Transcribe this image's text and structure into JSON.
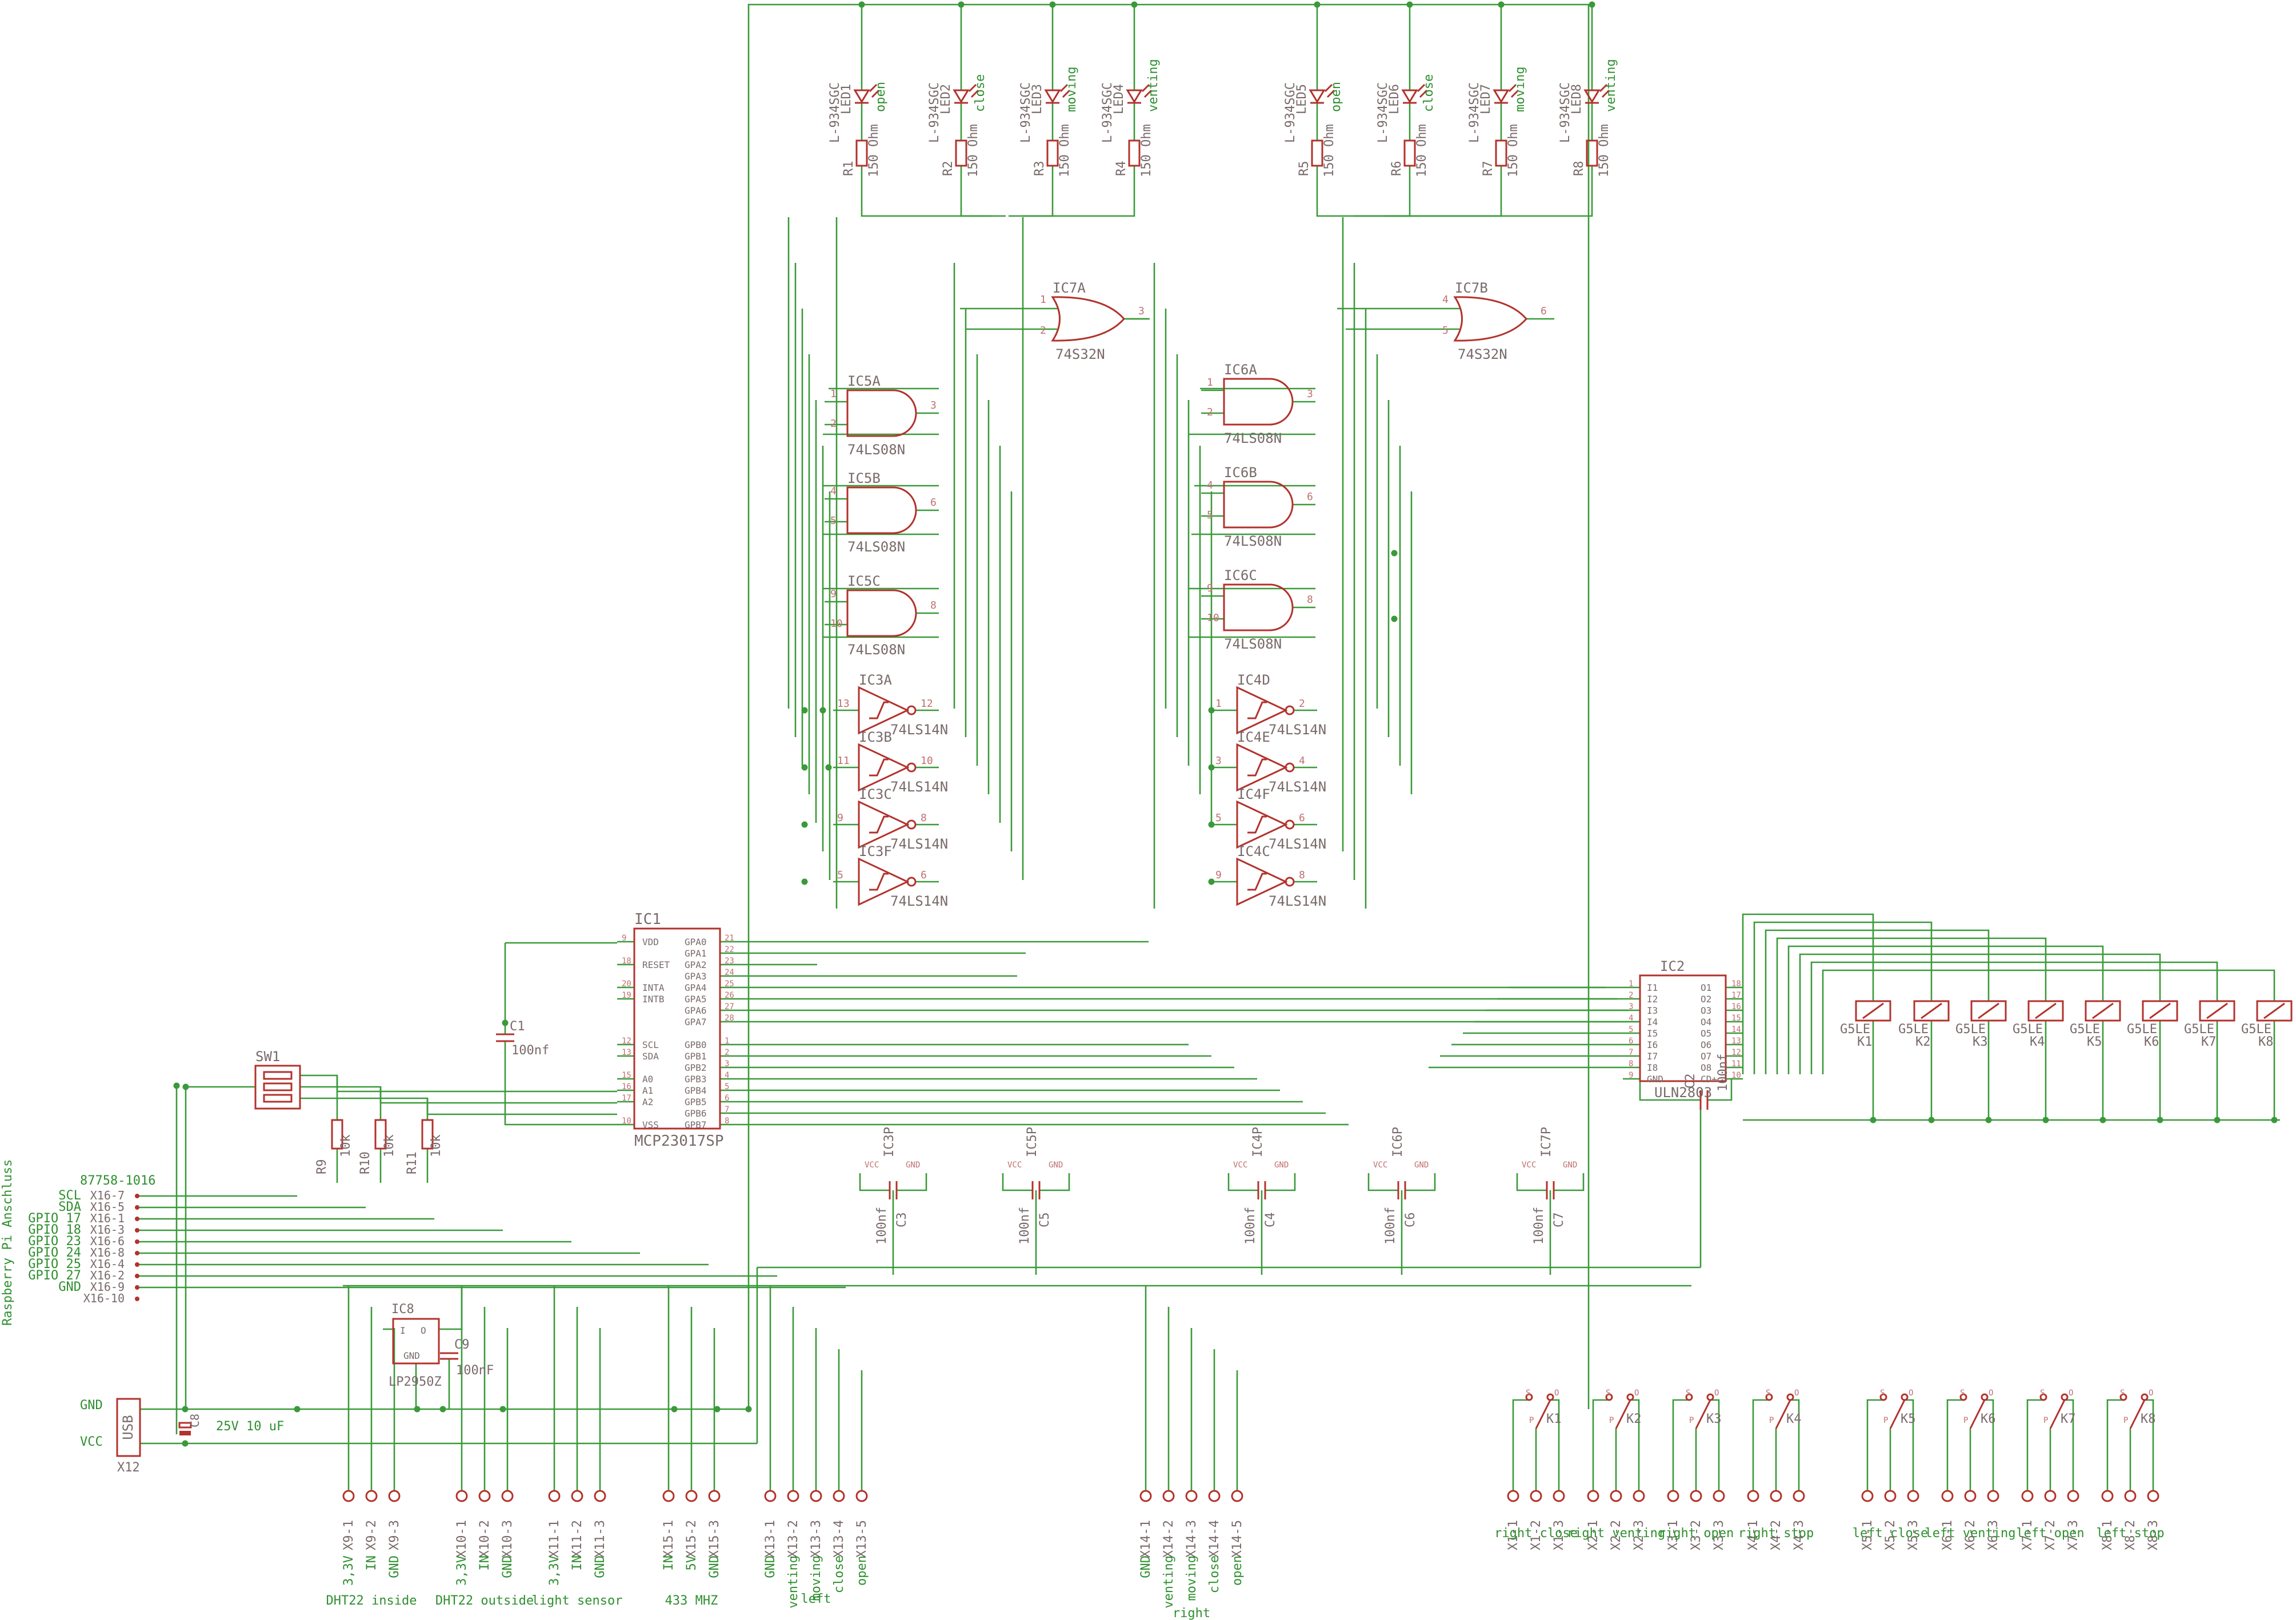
{
  "header": {
    "x16_part": "87758-1016",
    "rpi_label": "Raspberry Pi Anschluss"
  },
  "x16_signals": [
    "SCL",
    "SDA",
    "GPIO 17",
    "GPIO 18",
    "GPIO 23",
    "GPIO 24",
    "GPIO 25",
    "GPIO 27",
    "GND",
    ""
  ],
  "x16_pins": [
    "X16-7",
    "X16-5",
    "X16-1",
    "X16-3",
    "X16-6",
    "X16-8",
    "X16-4",
    "X16-2",
    "X16-9",
    "X16-10"
  ],
  "leds": [
    {
      "name": "LED1",
      "part": "L-934SGC",
      "res": "R1",
      "val": "150 Ohm",
      "sig": "open"
    },
    {
      "name": "LED2",
      "part": "L-934SGC",
      "res": "R2",
      "val": "150 Ohm",
      "sig": "close"
    },
    {
      "name": "LED3",
      "part": "L-934SGC",
      "res": "R3",
      "val": "150 Ohm",
      "sig": "moving"
    },
    {
      "name": "LED4",
      "part": "L-934SGC",
      "res": "R4",
      "val": "150 Ohm",
      "sig": "venting"
    },
    {
      "name": "LED5",
      "part": "L-934SGC",
      "res": "R5",
      "val": "150 Ohm",
      "sig": "open"
    },
    {
      "name": "LED6",
      "part": "L-934SGC",
      "res": "R6",
      "val": "150 Ohm",
      "sig": "close"
    },
    {
      "name": "LED7",
      "part": "L-934SGC",
      "res": "R7",
      "val": "150 Ohm",
      "sig": "moving"
    },
    {
      "name": "LED8",
      "part": "L-934SGC",
      "res": "R8",
      "val": "150 Ohm",
      "sig": "venting"
    }
  ],
  "gates": {
    "or_gates": [
      {
        "name": "IC7A",
        "part": "74S32N",
        "pins": [
          "1",
          "2",
          "3"
        ]
      },
      {
        "name": "IC7B",
        "part": "74S32N",
        "pins": [
          "4",
          "5",
          "6"
        ]
      }
    ],
    "and_gates": [
      {
        "name": "IC5A",
        "part": "74LS08N",
        "pins": [
          "1",
          "2",
          "3"
        ]
      },
      {
        "name": "IC5B",
        "part": "74LS08N",
        "pins": [
          "4",
          "5",
          "6"
        ]
      },
      {
        "name": "IC5C",
        "part": "74LS08N",
        "pins": [
          "9",
          "10",
          "8"
        ]
      },
      {
        "name": "IC6A",
        "part": "74LS08N",
        "pins": [
          "1",
          "2",
          "3"
        ]
      },
      {
        "name": "IC6B",
        "part": "74LS08N",
        "pins": [
          "4",
          "5",
          "6"
        ]
      },
      {
        "name": "IC6C",
        "part": "74LS08N",
        "pins": [
          "9",
          "10",
          "8"
        ]
      }
    ],
    "inverters": [
      {
        "name": "IC3A",
        "part": "74LS14N",
        "pins": [
          "13",
          "12"
        ]
      },
      {
        "name": "IC3B",
        "part": "74LS14N",
        "pins": [
          "11",
          "10"
        ]
      },
      {
        "name": "IC3C",
        "part": "74LS14N",
        "pins": [
          "9",
          "8"
        ]
      },
      {
        "name": "IC3F",
        "part": "74LS14N",
        "pins": [
          "5",
          "6"
        ]
      },
      {
        "name": "IC4D",
        "part": "74LS14N",
        "pins": [
          "1",
          "2"
        ]
      },
      {
        "name": "IC4E",
        "part": "74LS14N",
        "pins": [
          "3",
          "4"
        ]
      },
      {
        "name": "IC4F",
        "part": "74LS14N",
        "pins": [
          "5",
          "6"
        ]
      },
      {
        "name": "IC4C",
        "part": "74LS14N",
        "pins": [
          "9",
          "8"
        ]
      }
    ]
  },
  "ic1": {
    "name": "IC1",
    "part": "MCP23017SP",
    "left": [
      "VDD",
      "RESET",
      "INTA",
      "INTB",
      "SCL",
      "SDA",
      "A0",
      "A1",
      "A2",
      "VSS"
    ],
    "left_pins": [
      "9",
      "18",
      "20",
      "19",
      "12",
      "13",
      "15",
      "16",
      "17",
      "10"
    ],
    "right": [
      "GPA0",
      "GPA1",
      "GPA2",
      "GPA3",
      "GPA4",
      "GPA5",
      "GPA6",
      "GPA7",
      "GPB0",
      "GPB1",
      "GPB2",
      "GPB3",
      "GPB4",
      "GPB5",
      "GPB6",
      "GPB7"
    ],
    "right_pins": [
      "21",
      "22",
      "23",
      "24",
      "25",
      "26",
      "27",
      "28",
      "1",
      "2",
      "3",
      "4",
      "5",
      "6",
      "7",
      "8"
    ]
  },
  "ic2": {
    "name": "IC2",
    "part": "ULN2803",
    "left": [
      "I1",
      "I2",
      "I3",
      "I4",
      "I5",
      "I6",
      "I7",
      "I8",
      "GND"
    ],
    "left_pins": [
      "1",
      "2",
      "3",
      "4",
      "5",
      "6",
      "7",
      "8",
      "9"
    ],
    "right": [
      "O1",
      "O2",
      "O3",
      "O4",
      "O5",
      "O6",
      "O7",
      "O8",
      "CD+"
    ],
    "right_pins": [
      "18",
      "17",
      "16",
      "15",
      "14",
      "13",
      "12",
      "11",
      "10"
    ]
  },
  "relays": [
    {
      "coil": "G5LE",
      "name": "K1"
    },
    {
      "coil": "G5LE",
      "name": "K2"
    },
    {
      "coil": "G5LE",
      "name": "K3"
    },
    {
      "coil": "G5LE",
      "name": "K4"
    },
    {
      "coil": "G5LE",
      "name": "K5"
    },
    {
      "coil": "G5LE",
      "name": "K6"
    },
    {
      "coil": "G5LE",
      "name": "K7"
    },
    {
      "coil": "G5LE",
      "name": "K8"
    }
  ],
  "caps": {
    "c1": {
      "name": "C1",
      "val": "100nf"
    },
    "c2": {
      "name": "C2",
      "val": "100nf"
    },
    "c8": {
      "name": "C8",
      "val": "25V 10 uF"
    },
    "c9": {
      "name": "C9",
      "val": "100nF"
    },
    "bypass": [
      {
        "pname": "IC3P",
        "cname": "C3",
        "val": "100nf",
        "vcc": "VCC",
        "gnd": "GND"
      },
      {
        "pname": "IC5P",
        "cname": "C5",
        "val": "100nf",
        "vcc": "VCC",
        "gnd": "GND"
      },
      {
        "pname": "IC4P",
        "cname": "C4",
        "val": "100nf",
        "vcc": "VCC",
        "gnd": "GND"
      },
      {
        "pname": "IC6P",
        "cname": "C6",
        "val": "100nf",
        "vcc": "VCC",
        "gnd": "GND"
      },
      {
        "pname": "IC7P",
        "cname": "C7",
        "val": "100nf",
        "vcc": "VCC",
        "gnd": "GND"
      }
    ]
  },
  "pullups": [
    {
      "name": "R9",
      "val": "10k"
    },
    {
      "name": "R10",
      "val": "10k"
    },
    {
      "name": "R11",
      "val": "10k"
    }
  ],
  "sw1": {
    "name": "SW1"
  },
  "ic8": {
    "name": "IC8",
    "part": "LP2950Z",
    "gnd": "GND",
    "pin_i": "I",
    "pin_o": "O"
  },
  "usb": {
    "label": "USB",
    "name": "X12",
    "gnd": "GND",
    "vcc": "VCC"
  },
  "connectors": [
    {
      "pins": [
        "X9-1",
        "X9-2",
        "X9-3"
      ],
      "sigs": [
        "3,3V",
        "IN",
        "GND"
      ],
      "caption": "DHT22 inside"
    },
    {
      "pins": [
        "X10-1",
        "X10-2",
        "X10-3"
      ],
      "sigs": [
        "3,3V",
        "IN",
        "GND"
      ],
      "caption": "DHT22 outside"
    },
    {
      "pins": [
        "X11-1",
        "X11-2",
        "X11-3"
      ],
      "sigs": [
        "3,3V",
        "IN",
        "GND"
      ],
      "caption": "light sensor"
    },
    {
      "pins": [
        "X15-1",
        "X15-2",
        "X15-3"
      ],
      "sigs": [
        "IN",
        "5V",
        "GND"
      ],
      "caption": "433 MHZ"
    },
    {
      "pins": [
        "X13-1",
        "X13-2",
        "X13-3",
        "X13-4",
        "X13-5"
      ],
      "sigs": [
        "GND",
        "venting",
        "moving",
        "close",
        "open"
      ],
      "caption": "left"
    },
    {
      "pins": [
        "X14-1",
        "X14-2",
        "X14-3",
        "X14-4",
        "X14-5"
      ],
      "sigs": [
        "GND",
        "venting",
        "moving",
        "close",
        "open"
      ],
      "caption": "right"
    }
  ],
  "relay_outputs": [
    {
      "name": "K1",
      "pins": [
        "X1-1",
        "X1-2",
        "X1-3"
      ],
      "caption": "right close"
    },
    {
      "name": "K2",
      "pins": [
        "X2-1",
        "X2-2",
        "X2-3"
      ],
      "caption": "right venting"
    },
    {
      "name": "K3",
      "pins": [
        "X3-1",
        "X3-2",
        "X3-3"
      ],
      "caption": "right open"
    },
    {
      "name": "K4",
      "pins": [
        "X4-1",
        "X4-2",
        "X4-3"
      ],
      "caption": "right stop"
    },
    {
      "name": "K5",
      "pins": [
        "X5-1",
        "X5-2",
        "X5-3"
      ],
      "caption": "left close"
    },
    {
      "name": "K6",
      "pins": [
        "X6-1",
        "X6-2",
        "X6-3"
      ],
      "caption": "left venting"
    },
    {
      "name": "K7",
      "pins": [
        "X7-1",
        "X7-2",
        "X7-3"
      ],
      "caption": "left open"
    },
    {
      "name": "K8",
      "pins": [
        "X8-1",
        "X8-2",
        "X8-3"
      ],
      "caption": "left stop"
    }
  ],
  "contact_pins": [
    "S",
    "P",
    "O"
  ],
  "colors": {
    "wire": "#3a9a3a",
    "symbol": "#b3322c",
    "refdes": "#7a6a6a",
    "pin": "#c07070",
    "label": "#2f8f2f"
  }
}
